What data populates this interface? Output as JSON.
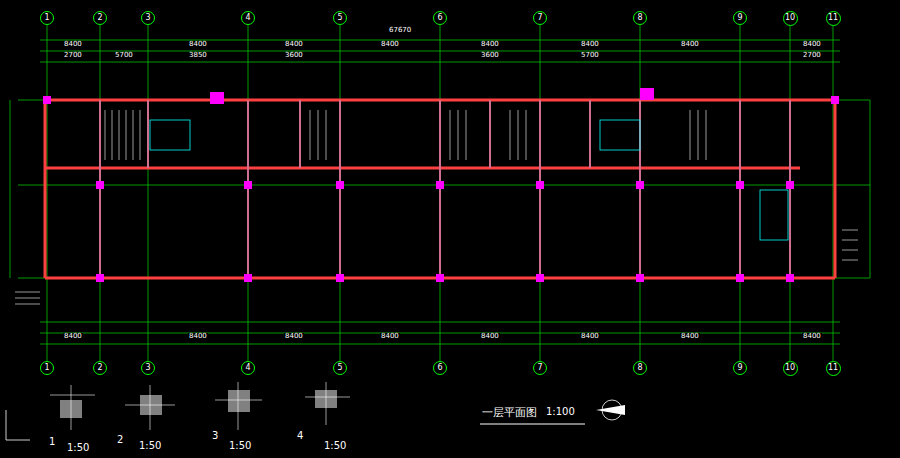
{
  "diagram": {
    "title": "一层平面图",
    "nodes": [
      {
        "text": [
          "1"
        ]
      },
      {
        "text": [
          "2"
        ]
      },
      {
        "text": [
          "3"
        ]
      },
      {
        "text": [
          "4"
        ]
      },
      {
        "text": [
          "5"
        ]
      },
      {
        "text": [
          "6"
        ]
      },
      {
        "text": [
          "7"
        ]
      },
      {
        "text": [
          "8"
        ]
      },
      {
        "text": [
          "9"
        ]
      },
      {
        "text": [
          "10"
        ]
      },
      {
        "text": [
          "11"
        ]
      },
      {
        "text": [
          "1"
        ]
      },
      {
        "text": [
          "2"
        ]
      },
      {
        "text": [
          "3"
        ]
      },
      {
        "text": [
          "4"
        ]
      },
      {
        "text": [
          "5"
        ]
      },
      {
        "text": [
          "6"
        ]
      },
      {
        "text": [
          "7"
        ]
      },
      {
        "text": [
          "8"
        ]
      },
      {
        "text": [
          "9"
        ]
      },
      {
        "text": [
          "10"
        ]
      },
      {
        "text": [
          "11"
        ]
      }
    ],
    "labels": [
      "67670",
      "8400",
      "8400",
      "8400",
      "8400",
      "8400",
      "8400",
      "8400",
      "8400",
      "2700",
      "5700",
      "3850",
      "3600",
      "3600",
      "5700",
      "2700",
      "8400",
      "8400",
      "8400",
      "8400",
      "8400",
      "8400",
      "8400",
      "8400",
      "1:100",
      "1:50",
      "1:50",
      "1:50",
      "1:50",
      "1",
      "2",
      "3",
      "4"
    ]
  }
}
